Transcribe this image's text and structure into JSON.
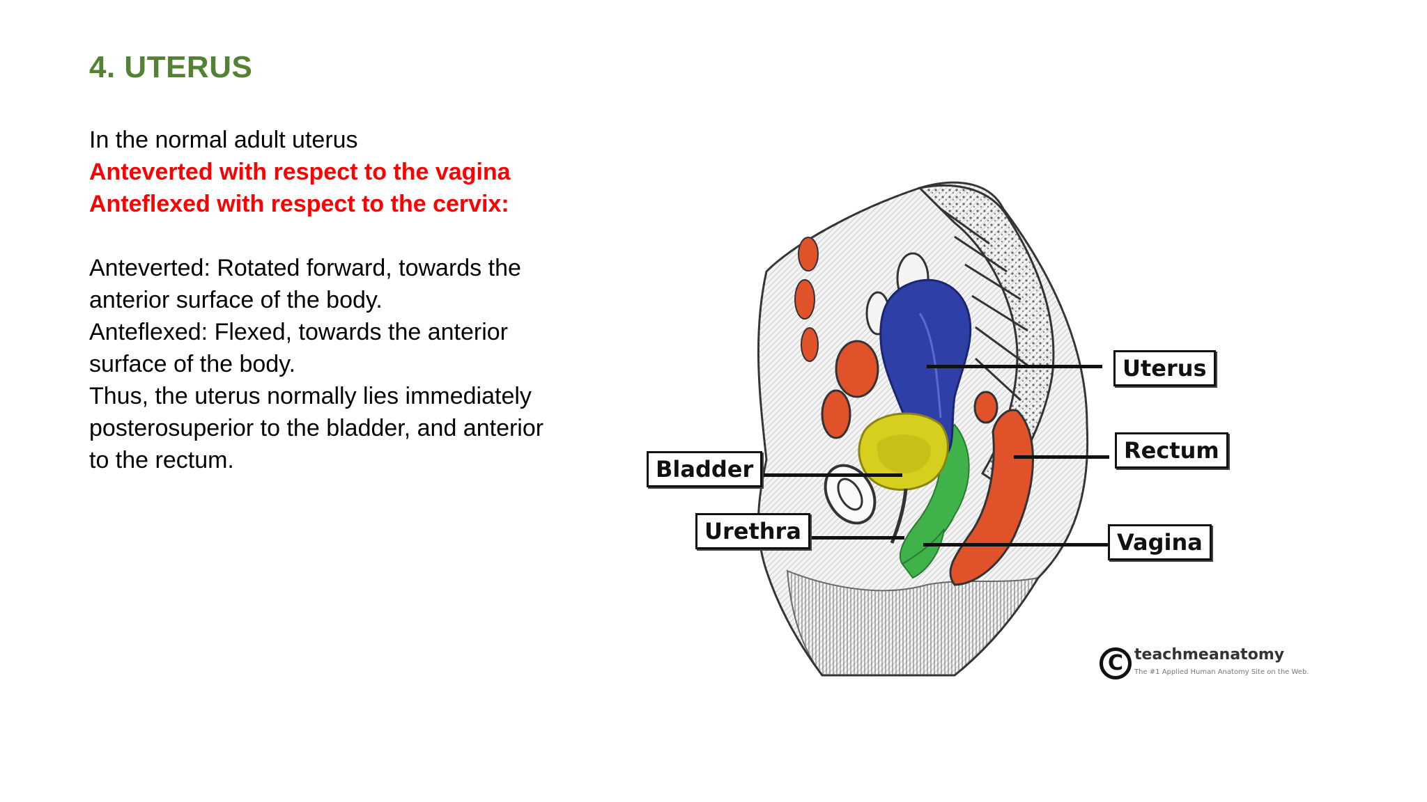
{
  "slide": {
    "title": "4. UTERUS",
    "paragraphs": {
      "intro": "In the normal adult uterus",
      "highlight1": "Anteverted with respect to the vagina",
      "highlight2": "Anteflexed with respect to the cervix:",
      "line1": "Anteverted: Rotated forward, towards the",
      "line2": "anterior surface of the body.",
      "line3": "Anteflexed: Flexed, towards the anterior",
      "line4": "surface of the body.",
      "line5": "Thus, the uterus normally lies immediately",
      "line6": "posterosuperior to the bladder, and anterior",
      "line7": "to the rectum."
    }
  },
  "diagram": {
    "labels": {
      "uterus": "Uterus",
      "rectum": "Rectum",
      "bladder": "Bladder",
      "urethra": "Urethra",
      "vagina": "Vagina"
    },
    "credit": {
      "symbol": "C",
      "brand": "teachmeanatomy",
      "tagline": "The #1 Applied Human Anatomy Site on the Web."
    },
    "colors": {
      "uterus": "#2f3fa8",
      "bladder": "#d6cf1e",
      "vagina": "#3fb34a",
      "rectum": "#e0522a",
      "title": "#548235",
      "highlight": "#ff0000"
    }
  }
}
